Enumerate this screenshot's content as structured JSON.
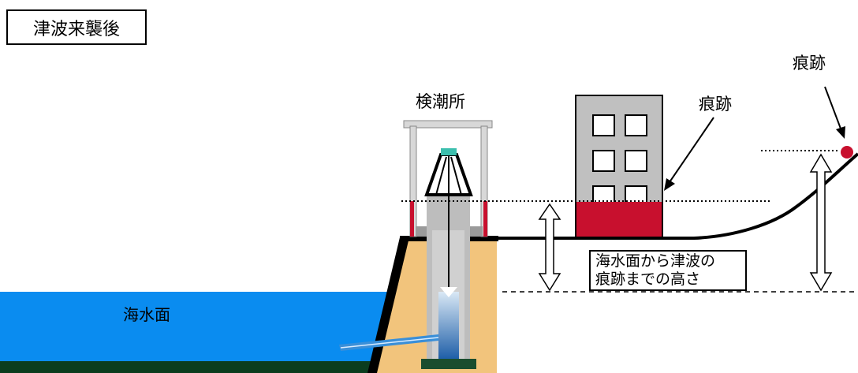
{
  "title": "津波来襲後",
  "labels": {
    "tide_station": "検潮所",
    "trace_building": "痕跡",
    "trace_slope": "痕跡",
    "sea_surface": "海水面",
    "height_line1": "海水面から津波の",
    "height_line2": "痕跡までの高さ"
  },
  "colors": {
    "sea": "#0a8cf0",
    "seabed": "#0b3d1e",
    "embankment": "#f2c47c",
    "building": "#c0c0c0",
    "flood": "#c8102e",
    "trace_marker": "#c8102e",
    "well": "#bdbdbd",
    "float": "#3cbfae"
  }
}
